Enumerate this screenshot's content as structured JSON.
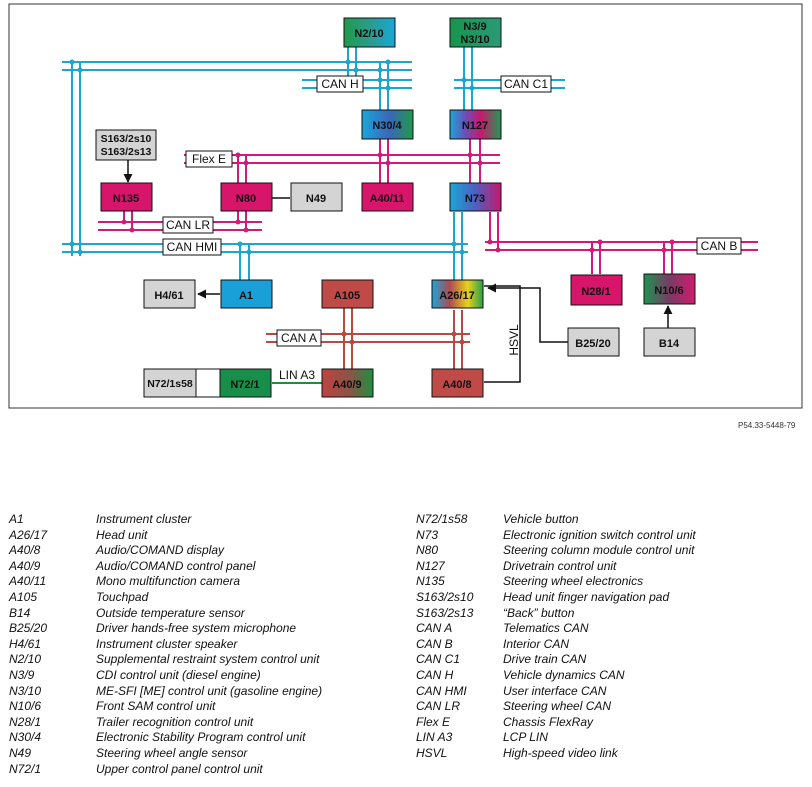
{
  "figure_ref": "P54.33-5448-79",
  "colors": {
    "bus_cyan": "#1aa6cf",
    "bus_magenta": "#d01c78",
    "bus_red": "#b84a3e",
    "lin_green": "#1e8f3a",
    "box_gray": "#d4d4d4",
    "box_magenta": "#d6156b",
    "box_cyan": "#1aa0d8",
    "box_red": "#c04a48",
    "box_green": "#178f4a"
  },
  "nodes": {
    "N2_10": "N2/10",
    "N3_9": "N3/9",
    "N3_10": "N3/10",
    "N30_4": "N30/4",
    "N127": "N127",
    "S163_2s10": "S163/2s10",
    "S163_2s13": "S163/2s13",
    "N135": "N135",
    "N80": "N80",
    "N49": "N49",
    "A40_11": "A40/11",
    "N73": "N73",
    "H4_61": "H4/61",
    "A1": "A1",
    "A105": "A105",
    "A26_17": "A26/17",
    "N28_1": "N28/1",
    "N10_6": "N10/6",
    "B25_20": "B25/20",
    "B14": "B14",
    "N72_1s58": "N72/1s58",
    "N72_1": "N72/1",
    "A40_9": "A40/9",
    "A40_8": "A40/8"
  },
  "buses": {
    "can_h": "CAN H",
    "can_c1": "CAN C1",
    "flex_e": "Flex E",
    "can_lr": "CAN LR",
    "can_hmi": "CAN HMI",
    "can_b": "CAN B",
    "can_a": "CAN A",
    "lin_a3": "LIN A3",
    "hsvl": "HSVL"
  },
  "legend_left": [
    {
      "code": "A1",
      "desc": "Instrument cluster"
    },
    {
      "code": "A26/17",
      "desc": "Head unit"
    },
    {
      "code": "A40/8",
      "desc": "Audio/COMAND display"
    },
    {
      "code": "A40/9",
      "desc": "Audio/COMAND control panel"
    },
    {
      "code": "A40/11",
      "desc": "Mono multifunction camera"
    },
    {
      "code": "A105",
      "desc": "Touchpad"
    },
    {
      "code": "B14",
      "desc": "Outside temperature sensor"
    },
    {
      "code": "B25/20",
      "desc": "Driver hands-free system microphone"
    },
    {
      "code": "H4/61",
      "desc": "Instrument cluster speaker"
    },
    {
      "code": "N2/10",
      "desc": "Supplemental restraint system control unit"
    },
    {
      "code": "N3/9",
      "desc": "CDI control unit (diesel engine)"
    },
    {
      "code": "N3/10",
      "desc": "ME-SFI [ME] control unit (gasoline engine)"
    },
    {
      "code": "N10/6",
      "desc": "Front SAM control unit"
    },
    {
      "code": "N28/1",
      "desc": "Trailer recognition control unit"
    },
    {
      "code": "N30/4",
      "desc": "Electronic Stability Program control unit"
    },
    {
      "code": "N49",
      "desc": "Steering wheel angle sensor"
    },
    {
      "code": "N72/1",
      "desc": "Upper control panel control unit"
    }
  ],
  "legend_right": [
    {
      "code": "N72/1s58",
      "desc": "Vehicle button"
    },
    {
      "code": "N73",
      "desc": "Electronic ignition switch control unit"
    },
    {
      "code": "N80",
      "desc": "Steering column module control unit"
    },
    {
      "code": "N127",
      "desc": "Drivetrain control unit"
    },
    {
      "code": "N135",
      "desc": "Steering wheel electronics"
    },
    {
      "code": "S163/2s10",
      "desc": "Head unit finger navigation pad"
    },
    {
      "code": "S163/2s13",
      "desc": "“Back” button"
    },
    {
      "code": "CAN A",
      "desc": "Telematics CAN"
    },
    {
      "code": "CAN B",
      "desc": "Interior CAN"
    },
    {
      "code": "CAN C1",
      "desc": "Drive train CAN"
    },
    {
      "code": "CAN H",
      "desc": "Vehicle dynamics CAN"
    },
    {
      "code": "CAN HMI",
      "desc": "User interface CAN"
    },
    {
      "code": "CAN LR",
      "desc": "Steering wheel CAN"
    },
    {
      "code": "Flex E",
      "desc": "Chassis FlexRay"
    },
    {
      "code": "LIN A3",
      "desc": "LCP LIN"
    },
    {
      "code": "HSVL",
      "desc": "High-speed video link"
    }
  ]
}
